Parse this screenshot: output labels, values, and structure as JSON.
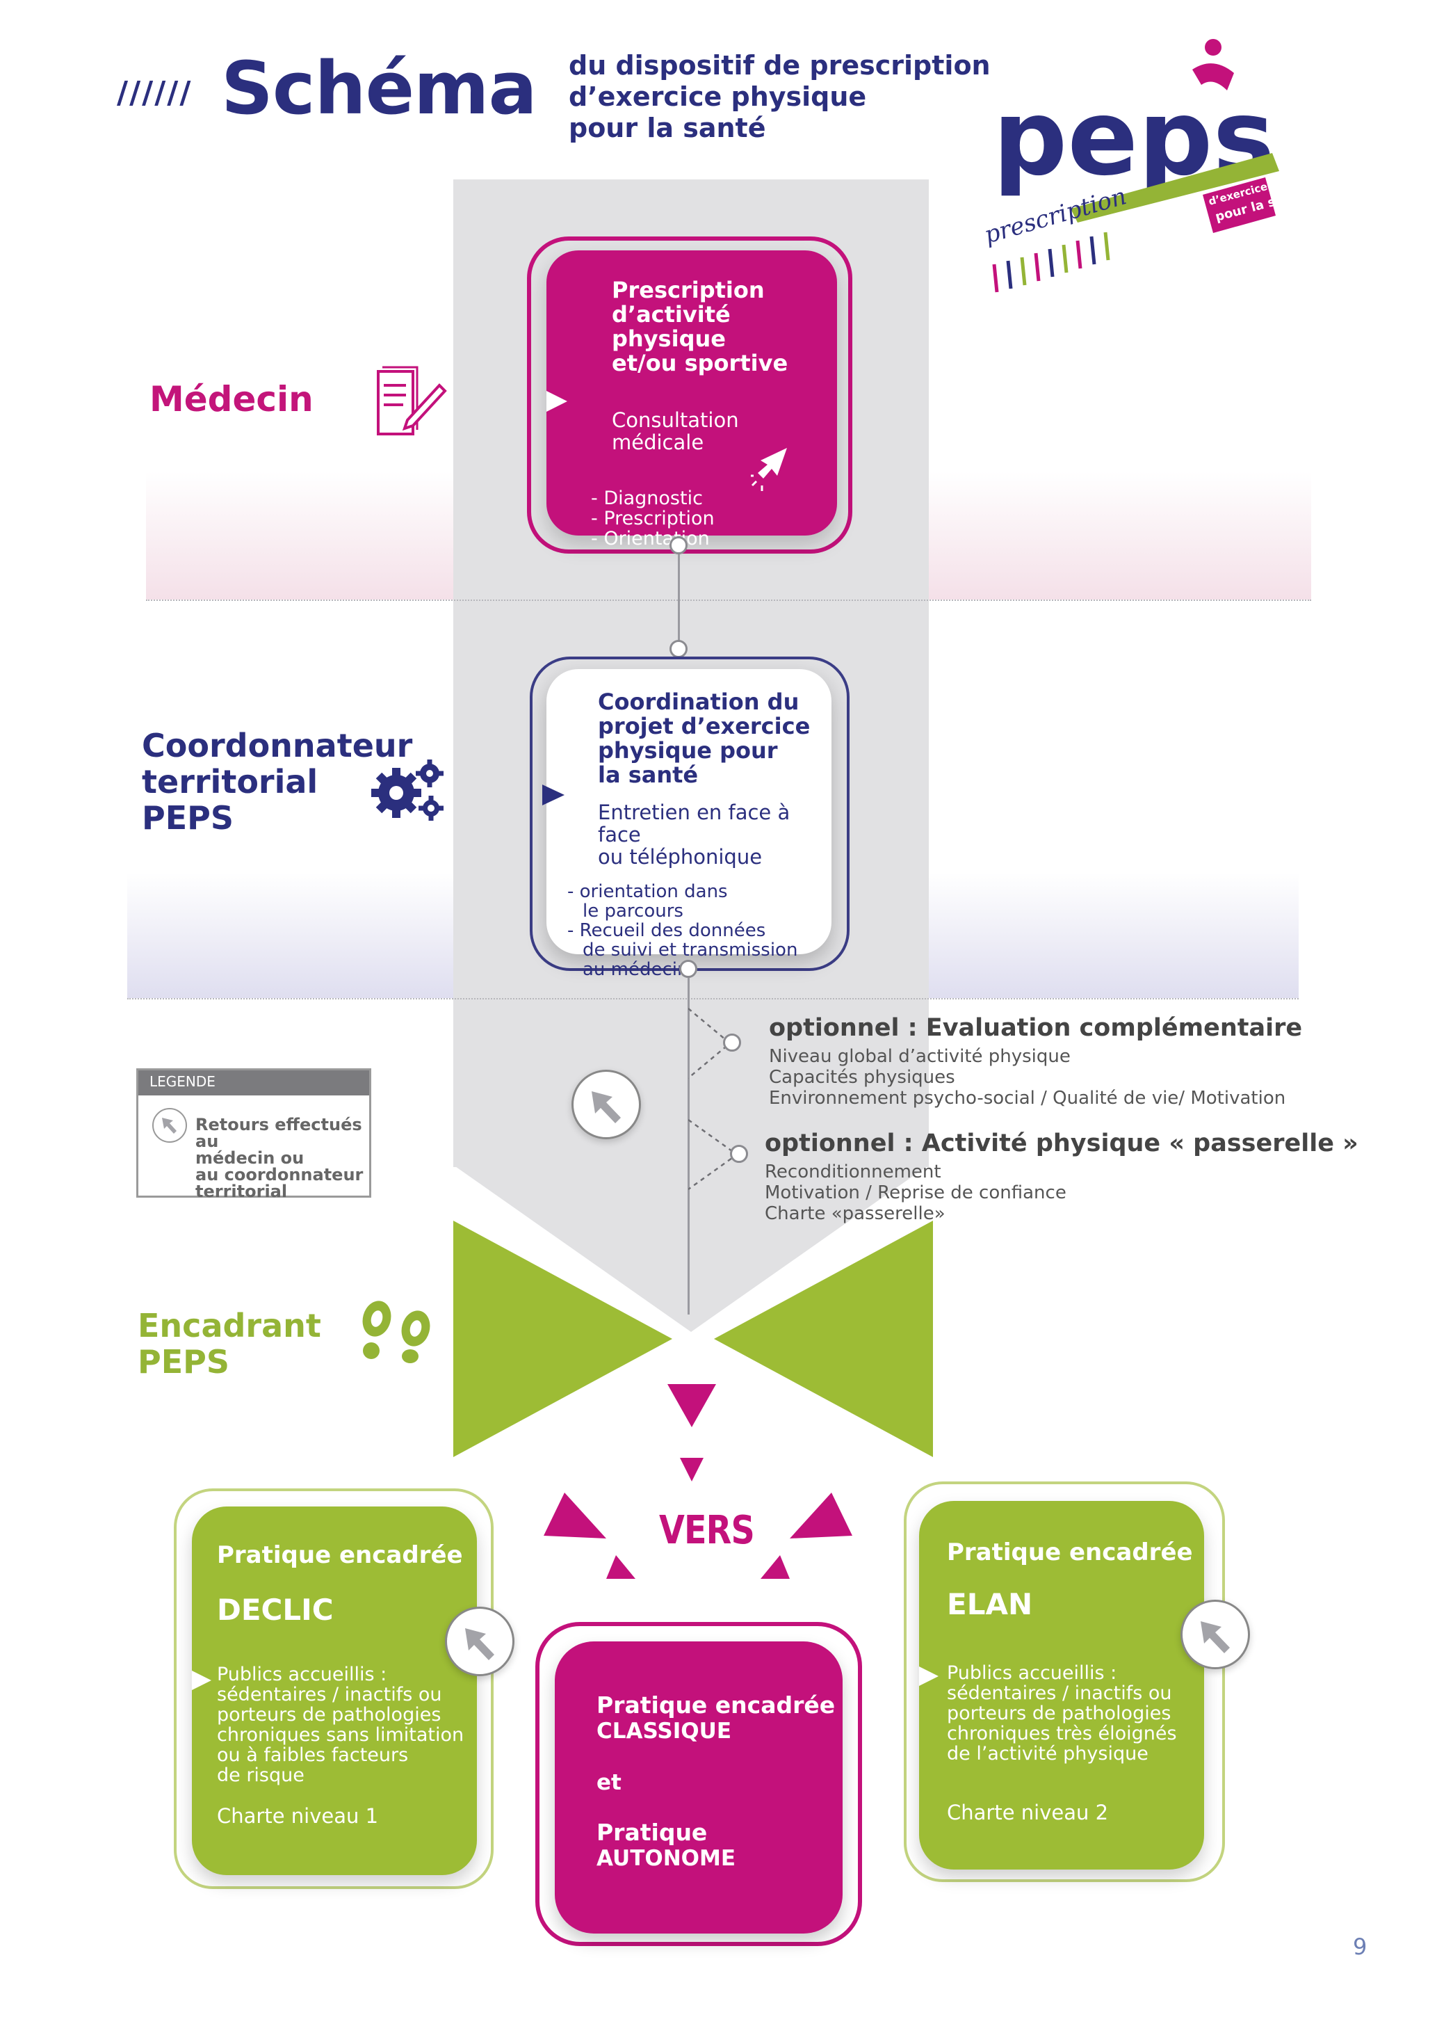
{
  "header": {
    "slashes": "//////",
    "title": "Schéma",
    "subtitle_lines": [
      "du dispositif de prescription",
      "d’exercice physique",
      "pour la santé"
    ]
  },
  "logo": {
    "word": "peps",
    "script": "prescription",
    "banner_lines": [
      "d’exercice physique",
      "pour la santé"
    ]
  },
  "roles": {
    "medecin": "Médecin",
    "coordonnateur": [
      "Coordonnateur",
      "territorial",
      "PEPS"
    ],
    "encadrant": [
      "Encadrant",
      "PEPS"
    ]
  },
  "prescription_card": {
    "title": [
      "Prescription",
      "d’activité physique",
      "et/ou sportive"
    ],
    "step": "Consultation médicale",
    "items": [
      "- Diagnostic",
      "- Prescription",
      "- Orientation"
    ]
  },
  "coordination_card": {
    "title": [
      "Coordination du",
      "projet d’exercice",
      "physique pour",
      "la santé"
    ],
    "step": [
      "Entretien en face à face",
      "ou téléphonique"
    ],
    "items": [
      "- orientation dans",
      "le parcours",
      "- Recueil des données",
      "de suivi et transmission",
      "au médecin"
    ]
  },
  "optional_1": {
    "title": "optionnel : Evaluation complémentaire",
    "lines": [
      "Niveau global d’activité physique",
      "Capacités physiques",
      "Environnement psycho-social / Qualité de vie/ Motivation"
    ]
  },
  "optional_2": {
    "title": "optionnel : Activité physique « passerelle »",
    "lines": [
      "Reconditionnement",
      "Motivation / Reprise de confiance",
      "Charte «passerelle»"
    ]
  },
  "legend": {
    "header": "LEGENDE",
    "text": [
      "Retours effectués au",
      "médecin ou",
      "au coordonnateur",
      "territorial"
    ]
  },
  "vers": "VERS",
  "declic": {
    "title": "Pratique encadrée",
    "name": "DECLIC",
    "lines": [
      "Publics accueillis :",
      "sédentaires / inactifs ou",
      "porteurs de pathologies",
      "chroniques sans limitation",
      "ou à faibles facteurs",
      "de risque"
    ],
    "charte": "Charte niveau 1"
  },
  "classique": {
    "line1": "Pratique encadrée",
    "line2": "CLASSIQUE",
    "line3": "et",
    "line4": "Pratique",
    "line5": "AUTONOME"
  },
  "elan": {
    "title": "Pratique encadrée",
    "name": "ELAN",
    "lines": [
      "Publics accueillis :",
      "sédentaires / inactifs ou",
      "porteurs de pathologies",
      "chroniques très éloignés",
      "de l’activité physique"
    ],
    "charte": "Charte niveau 2"
  },
  "page_number": "9",
  "colors": {
    "navy": "#2b2f7e",
    "magenta": "#c3117b",
    "green": "#9dbc35",
    "gray_band": "#e1e1e3"
  }
}
